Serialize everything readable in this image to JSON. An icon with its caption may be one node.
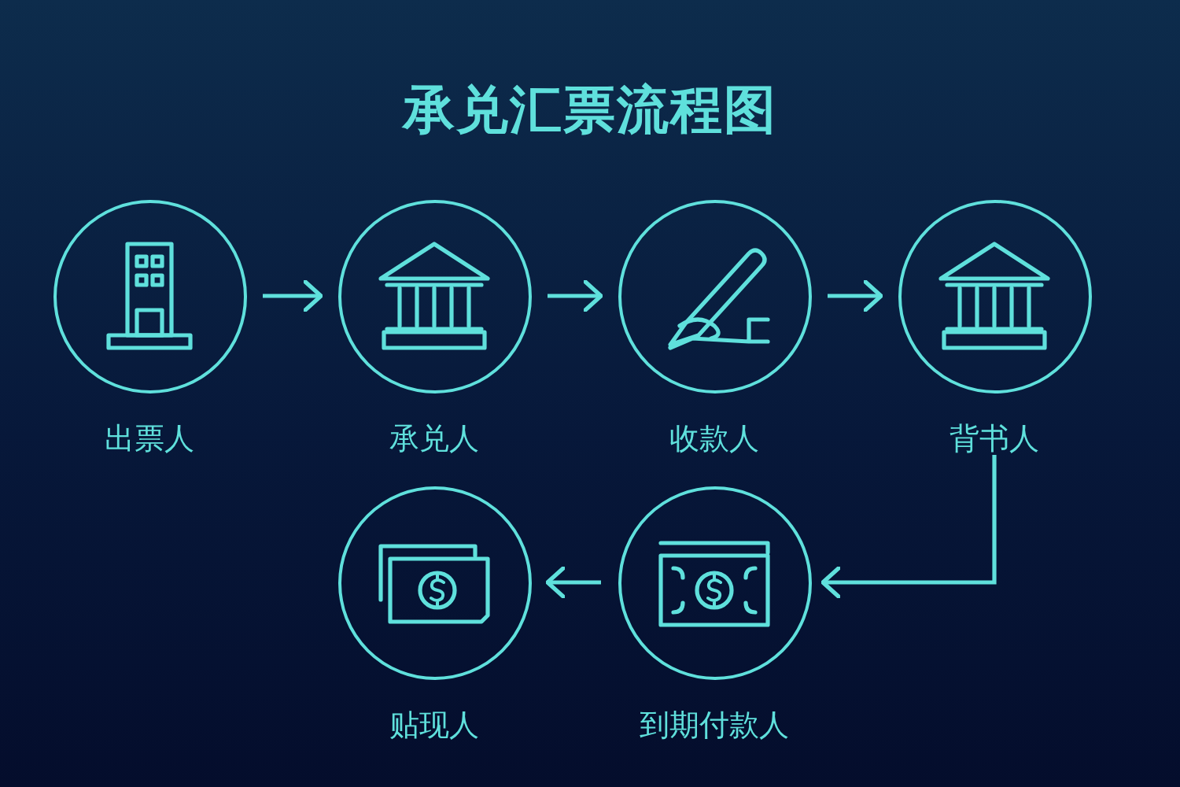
{
  "diagram": {
    "title": "承兑汇票流程图",
    "nodes": [
      {
        "text": [
          "出票人"
        ]
      },
      {
        "text": [
          "承兑人"
        ]
      },
      {
        "text": [
          "收款人"
        ]
      },
      {
        "text": [
          "背书人"
        ]
      },
      {
        "text": [
          "到期付款人"
        ]
      },
      {
        "text": [
          "贴现人"
        ]
      }
    ],
    "edges": [
      {
        "from": 0,
        "to": 1,
        "arrow": "to"
      },
      {
        "from": 1,
        "to": 2,
        "arrow": "to"
      },
      {
        "from": 2,
        "to": 3,
        "arrow": "to"
      },
      {
        "from": 3,
        "to": 4,
        "arrow": "to"
      },
      {
        "from": 4,
        "to": 5,
        "arrow": "to"
      }
    ]
  }
}
